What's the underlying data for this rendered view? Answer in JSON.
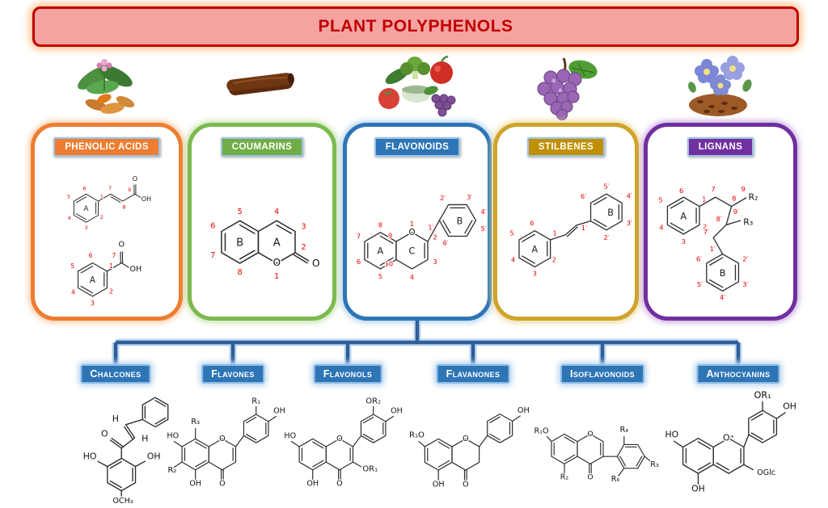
{
  "title": "PLANT POLYPHENOLS",
  "colors": {
    "title_bg": "#F5A3A1",
    "title_border": "#C00000",
    "title_text": "#C00000",
    "phenolic_acids": "#ED7D31",
    "coumarins": "#70AD47",
    "flavonoids": "#2E75B6",
    "stilbenes": "#BF9000",
    "lignans": "#7030A0",
    "connector": "#2F5E99",
    "connector_halo": "#BDD7EE",
    "structure_numbers": "#EE0000",
    "sub_box_bg": "#2E75B6",
    "sub_box_border": "#8FBCE6"
  },
  "categories": [
    {
      "label": "PHENOLIC ACIDS",
      "color": "#ED7D31",
      "image": "turmeric-plant"
    },
    {
      "label": "COUMARINS",
      "color": "#70AD47",
      "image": "cinnamon-stick"
    },
    {
      "label": "FLAVONOIDS",
      "color": "#2E75B6",
      "image": "vegetables-and-fruits"
    },
    {
      "label": "STILBENES",
      "color": "#BF9000",
      "image": "grapes"
    },
    {
      "label": "LIGNANS",
      "color": "#7030A0",
      "image": "flax-flowers-and-seeds"
    }
  ],
  "subcategories": [
    "Chalcones",
    "Flavones",
    "Flavonols",
    "Flavanones",
    "Isoflavonoids",
    "Anthocyanins"
  ],
  "structures": {
    "cinnamic_acid": {
      "labels": [
        [
          49,
          59,
          "6",
          "n"
        ],
        [
          81,
          74,
          "1",
          "n"
        ],
        [
          81,
          112,
          "2",
          "n"
        ],
        [
          52,
          131,
          "3",
          "n"
        ],
        [
          21,
          113,
          "4",
          "n"
        ],
        [
          20,
          74,
          "5",
          "n"
        ],
        [
          96,
          58,
          "7",
          "n"
        ],
        [
          122,
          93,
          "8",
          "n"
        ],
        [
          132,
          61,
          "9",
          "n"
        ],
        [
          52,
          97,
          "A",
          "r"
        ],
        [
          142,
          42,
          "O",
          "a"
        ],
        [
          163,
          79,
          "OH",
          "a"
        ]
      ]
    },
    "benzoic_acid": {
      "labels": [
        [
          65,
          34,
          "6",
          "n"
        ],
        [
          97,
          50,
          "1",
          "n"
        ],
        [
          97,
          90,
          "2",
          "n"
        ],
        [
          68,
          108,
          "3",
          "n"
        ],
        [
          38,
          91,
          "4",
          "n"
        ],
        [
          37,
          50,
          "5",
          "n"
        ],
        [
          101,
          34,
          "7",
          "n"
        ],
        [
          68,
          73,
          "A",
          "r"
        ],
        [
          113,
          17,
          "O",
          "a"
        ],
        [
          135,
          55,
          "OH",
          "a"
        ]
      ]
    },
    "coumarin": {
      "labels": [
        [
          58,
          46,
          "5",
          "n"
        ],
        [
          103,
          46,
          "4",
          "n"
        ],
        [
          136,
          64,
          "3",
          "n"
        ],
        [
          136,
          89,
          "2",
          "n"
        ],
        [
          103,
          125,
          "1",
          "n"
        ],
        [
          58,
          120,
          "8",
          "n"
        ],
        [
          25,
          99,
          "7",
          "n"
        ],
        [
          25,
          63,
          "6",
          "n"
        ],
        [
          58,
          85,
          "B",
          "r"
        ],
        [
          103,
          85,
          "A",
          "r"
        ],
        [
          103,
          109,
          "O",
          "a"
        ],
        [
          151,
          110,
          "O",
          "a"
        ]
      ]
    },
    "flavonoid": {
      "labels": [
        [
          50,
          70,
          "8",
          "n"
        ],
        [
          19,
          86,
          "7",
          "n"
        ],
        [
          19,
          122,
          "6",
          "n"
        ],
        [
          50,
          143,
          "5",
          "n"
        ],
        [
          64,
          85,
          "9",
          "n"
        ],
        [
          62,
          125,
          "10",
          "n"
        ],
        [
          95,
          68,
          "1",
          "n"
        ],
        [
          128,
          87,
          "2",
          "n"
        ],
        [
          128,
          122,
          "3",
          "n"
        ],
        [
          95,
          144,
          "4",
          "n"
        ],
        [
          122,
          73,
          "1′",
          "n"
        ],
        [
          139,
          31,
          "2′",
          "n"
        ],
        [
          177,
          30,
          "3′",
          "n"
        ],
        [
          197,
          51,
          "4′",
          "n"
        ],
        [
          197,
          75,
          "5′",
          "n"
        ],
        [
          143,
          95,
          "6′",
          "n"
        ],
        [
          50,
          108,
          "A",
          "r"
        ],
        [
          95,
          108,
          "C",
          "r"
        ],
        [
          163,
          65,
          "B",
          "r"
        ],
        [
          95,
          81,
          "O",
          "a"
        ]
      ]
    },
    "stilbene": {
      "labels": [
        [
          51,
          69,
          "6",
          "n"
        ],
        [
          84,
          84,
          "1",
          "n"
        ],
        [
          83,
          122,
          "2",
          "n"
        ],
        [
          55,
          142,
          "3",
          "n"
        ],
        [
          24,
          122,
          "4",
          "n"
        ],
        [
          22,
          84,
          "5",
          "n"
        ],
        [
          158,
          16,
          "5′",
          "n"
        ],
        [
          191,
          30,
          "4′",
          "n"
        ],
        [
          191,
          69,
          "3′",
          "n"
        ],
        [
          158,
          90,
          "2′",
          "n"
        ],
        [
          126,
          76,
          "1′",
          "n"
        ],
        [
          125,
          31,
          "6′",
          "n"
        ],
        [
          55,
          108,
          "A",
          "r"
        ],
        [
          164,
          55,
          "B",
          "r"
        ]
      ]
    },
    "lignan": {
      "labels": [
        [
          45,
          41,
          "6",
          "n"
        ],
        [
          77,
          53,
          "1",
          "n"
        ],
        [
          78,
          92,
          "2",
          "n"
        ],
        [
          48,
          113,
          "3",
          "n"
        ],
        [
          17,
          93,
          "4",
          "n"
        ],
        [
          16,
          54,
          "5",
          "n"
        ],
        [
          90,
          39,
          "7",
          "n"
        ],
        [
          119,
          52,
          "8",
          "n"
        ],
        [
          132,
          39,
          "9",
          "n"
        ],
        [
          80,
          99,
          "7′",
          "n"
        ],
        [
          98,
          81,
          "8′",
          "n"
        ],
        [
          122,
          71,
          "9′",
          "n"
        ],
        [
          89,
          123,
          "1′",
          "n"
        ],
        [
          135,
          137,
          "2′",
          "n"
        ],
        [
          135,
          173,
          "3′",
          "n"
        ],
        [
          103,
          191,
          "4′",
          "n"
        ],
        [
          71,
          173,
          "5′",
          "n"
        ],
        [
          70,
          137,
          "6′",
          "n"
        ],
        [
          48,
          78,
          "A",
          "r"
        ],
        [
          103,
          158,
          "B",
          "r"
        ],
        [
          146,
          51,
          "R₂",
          "R"
        ],
        [
          139,
          86,
          "R₃",
          "R"
        ]
      ]
    },
    "chalcone": {
      "labels": [
        [
          56,
          46,
          "H",
          "a"
        ],
        [
          96,
          73,
          "H",
          "a"
        ],
        [
          41,
          66,
          "O",
          "a"
        ],
        [
          21,
          97,
          "HO",
          "a"
        ],
        [
          108,
          97,
          "OH",
          "a"
        ],
        [
          66,
          157,
          "OCH₃",
          "s"
        ]
      ]
    },
    "flavone": {
      "labels": [
        [
          87.6,
          139,
          "O",
          "a"
        ],
        [
          11,
          65,
          "HO",
          "a"
        ],
        [
          46,
          139,
          "OH",
          "a"
        ],
        [
          87.6,
          69,
          "O",
          "a"
        ],
        [
          176,
          26,
          "OH",
          "a"
        ],
        [
          46,
          43,
          "R₃",
          "R"
        ],
        [
          10,
          118,
          "R₂",
          "R"
        ],
        [
          140,
          11,
          "R₁",
          "R"
        ]
      ]
    },
    "flavonol": {
      "labels": [
        [
          87.6,
          139,
          "O",
          "a"
        ],
        [
          11,
          65,
          "HO",
          "a"
        ],
        [
          46,
          139,
          "OH",
          "a"
        ],
        [
          87.6,
          69,
          "O",
          "a"
        ],
        [
          176,
          26,
          "OH",
          "a"
        ],
        [
          135,
          116,
          "OR₁",
          "R"
        ],
        [
          140,
          11,
          "OR₂",
          "R"
        ]
      ]
    },
    "flavanone": {
      "labels": [
        [
          87.6,
          139,
          "O",
          "a"
        ],
        [
          46,
          139,
          "OH",
          "a"
        ],
        [
          87.6,
          69,
          "O",
          "a"
        ],
        [
          176,
          26,
          "OH",
          "a"
        ],
        [
          13,
          64,
          "R₁O",
          "R"
        ]
      ]
    },
    "isoflavonoid": {
      "labels": [
        [
          93.6,
          127,
          "O",
          "a"
        ],
        [
          93.6,
          57,
          "O",
          "a"
        ],
        [
          15,
          53,
          "R₁O",
          "R"
        ],
        [
          52,
          127,
          "R₂",
          "R"
        ],
        [
          148,
          51,
          "R₄",
          "R"
        ],
        [
          134,
          130,
          "R₆",
          "R"
        ],
        [
          197,
          107,
          "R₃",
          "R"
        ]
      ]
    },
    "anthocyanin": {
      "labels": [
        [
          89.6,
          69,
          "O⁺",
          "a"
        ],
        [
          12,
          65,
          "HO",
          "a"
        ],
        [
          48,
          139,
          "OH",
          "a"
        ],
        [
          173,
          26,
          "OH",
          "a"
        ],
        [
          141,
          116,
          "OGlc",
          "s"
        ],
        [
          136,
          11,
          "OR₁",
          "R"
        ]
      ]
    }
  }
}
